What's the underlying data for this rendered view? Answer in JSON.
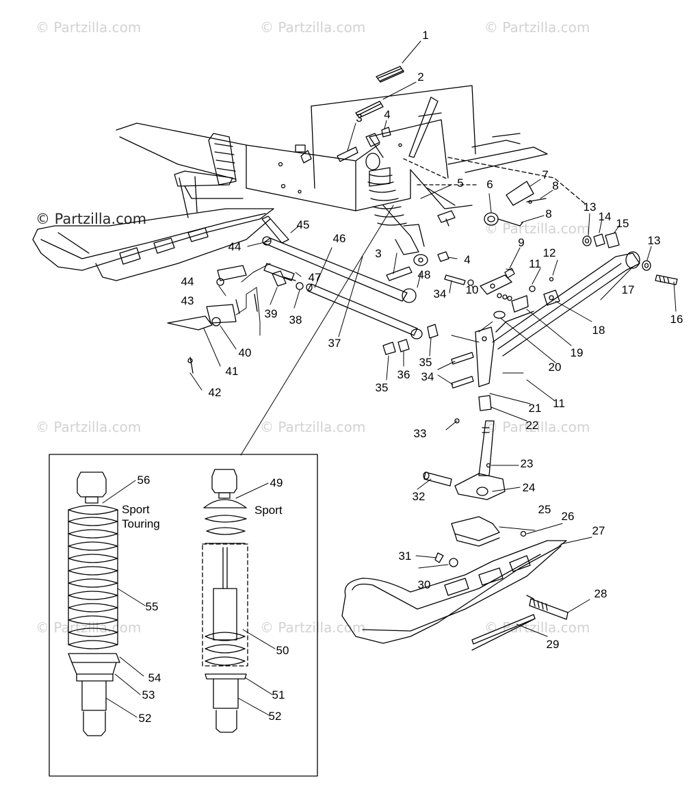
{
  "watermark": "© Partzilla.com",
  "callouts": [
    "1",
    "2",
    "3",
    "4",
    "5",
    "6",
    "7",
    "8",
    "8",
    "9",
    "10",
    "11",
    "12",
    "13",
    "14",
    "15",
    "13",
    "16",
    "17",
    "18",
    "19",
    "20",
    "21",
    "11",
    "22",
    "23",
    "24",
    "25",
    "26",
    "27",
    "28",
    "29",
    "30",
    "31",
    "32",
    "33",
    "34",
    "34",
    "35",
    "35",
    "36",
    "37",
    "38",
    "39",
    "40",
    "41",
    "42",
    "43",
    "44",
    "44",
    "45",
    "46",
    "47",
    "48",
    "3",
    "4",
    "49",
    "50",
    "51",
    "52",
    "52",
    "53",
    "54",
    "55",
    "56"
  ],
  "inset": {
    "left_shock_label": "Sport\nTouring",
    "right_shock_label": "Sport"
  },
  "colors": {
    "line": "#000000",
    "watermark": "#d2d2d2",
    "background": "#ffffff"
  }
}
